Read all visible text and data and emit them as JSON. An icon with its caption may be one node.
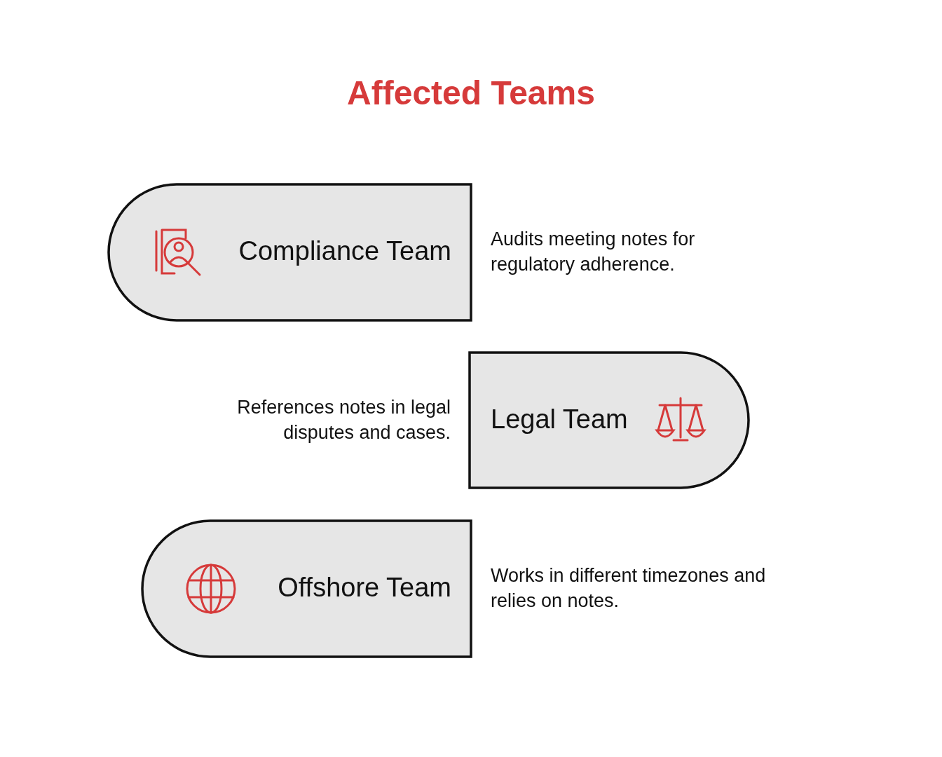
{
  "diagram": {
    "title": "Affected Teams",
    "nodes": [
      {
        "text": [
          "Compliance Team"
        ],
        "beside": [
          "Audits meeting notes for regulatory adherence."
        ]
      },
      {
        "text": [
          "Legal Team"
        ],
        "beside": [
          "References notes in legal disputes and cases."
        ]
      },
      {
        "text": [
          "Offshore Team"
        ],
        "beside": [
          "Works in different timezones and relies on notes."
        ]
      }
    ]
  }
}
